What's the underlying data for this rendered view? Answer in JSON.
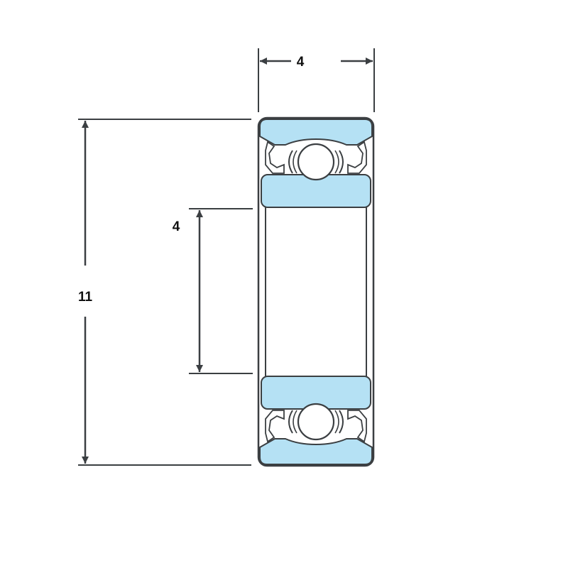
{
  "dimensions": {
    "width_label": "4",
    "bore_label": "4",
    "outer_label": "11"
  },
  "colors": {
    "ring_fill": "#b5e1f4",
    "outline": "#3b3f42",
    "ball_fill": "#ffffff",
    "background": "#ffffff"
  }
}
